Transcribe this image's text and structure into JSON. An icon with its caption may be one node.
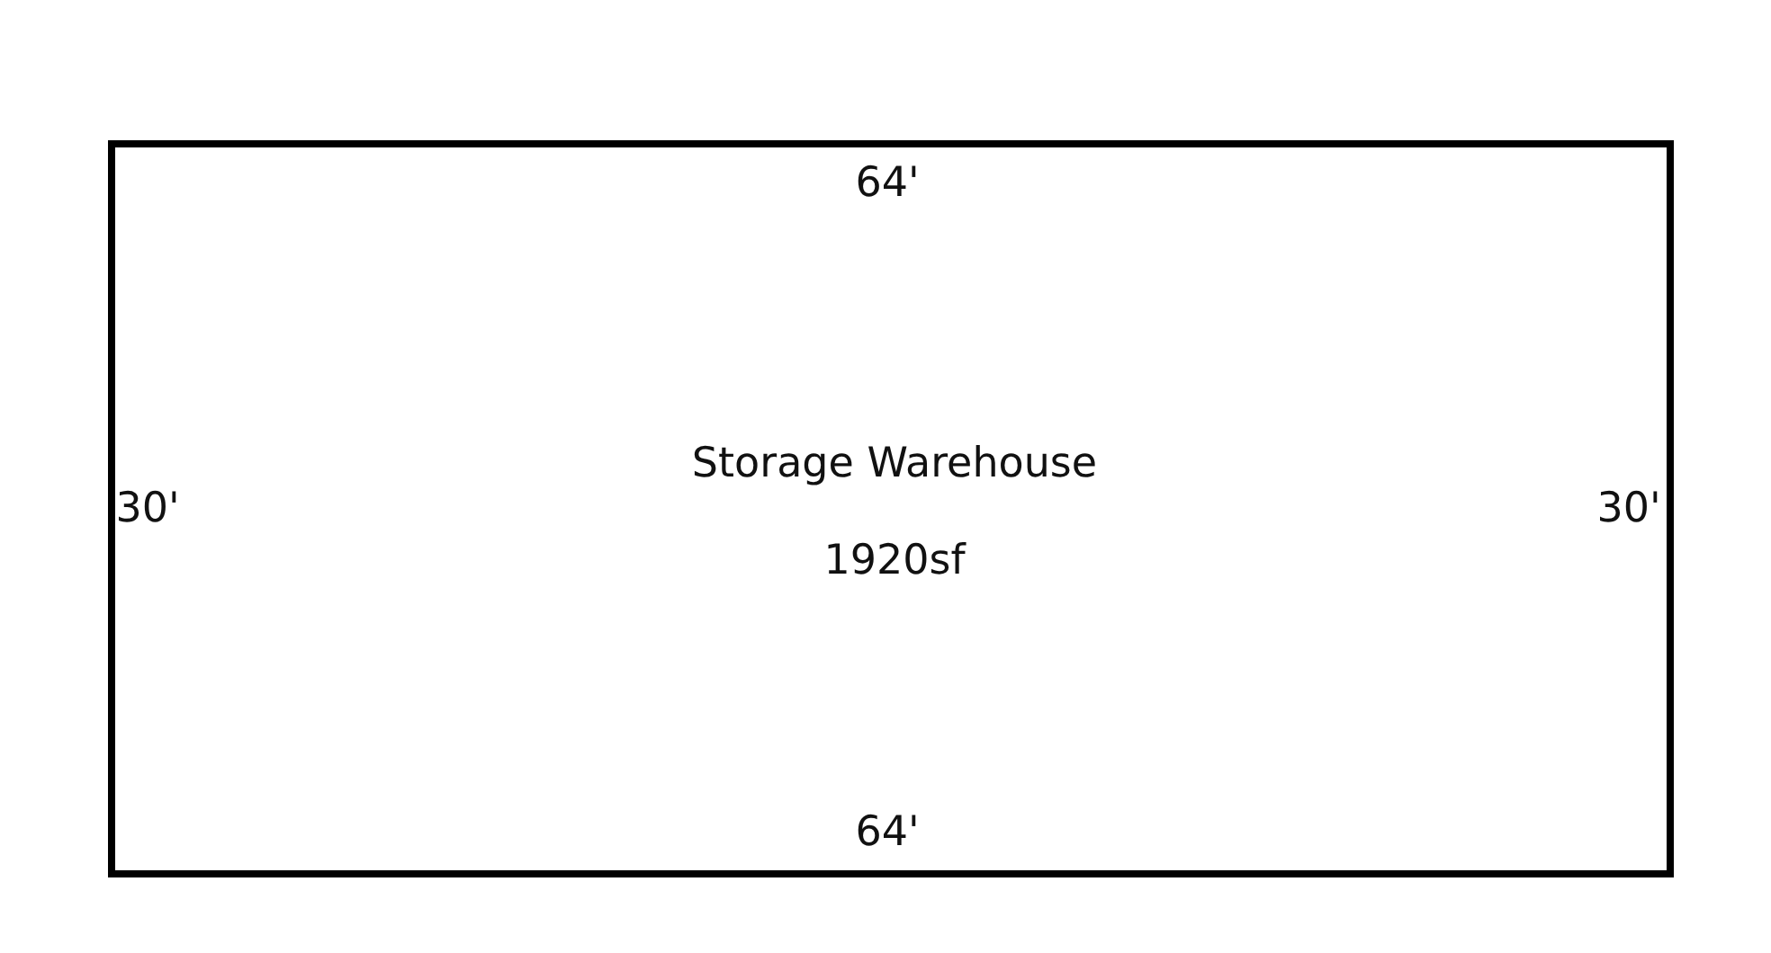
{
  "diagram": {
    "nodes": [
      {
        "text": [
          "Storage Warehouse",
          "1920sf"
        ]
      }
    ],
    "labels": [
      "64'",
      "30'",
      "30'",
      "64'"
    ]
  }
}
